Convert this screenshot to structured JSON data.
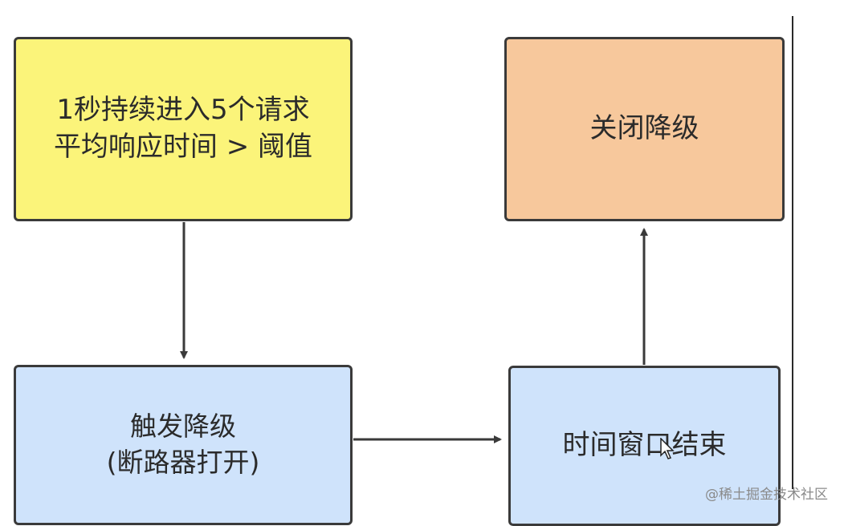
{
  "diagram": {
    "nodes": {
      "trigger": {
        "lines": [
          "1秒持续进入5个请求",
          "平均响应时间 > 阈值"
        ],
        "fill": "#fbf47a"
      },
      "close": {
        "lines": [
          "关闭降级"
        ],
        "fill": "#f7c89c"
      },
      "degrade": {
        "lines": [
          "触发降级",
          "(断路器打开)"
        ],
        "fill": "#cfe3fb"
      },
      "window_end": {
        "lines": [
          "时间窗口结束"
        ],
        "fill": "#cfe3fb"
      }
    },
    "edges": [
      {
        "from": "trigger",
        "to": "degrade"
      },
      {
        "from": "degrade",
        "to": "window_end"
      },
      {
        "from": "window_end",
        "to": "close"
      }
    ],
    "border_color": "#3a3a3a",
    "arrow_color": "#3a3a3a"
  },
  "watermark": "@稀土掘金技术社区",
  "cursor_icon": "mouse-pointer-icon"
}
